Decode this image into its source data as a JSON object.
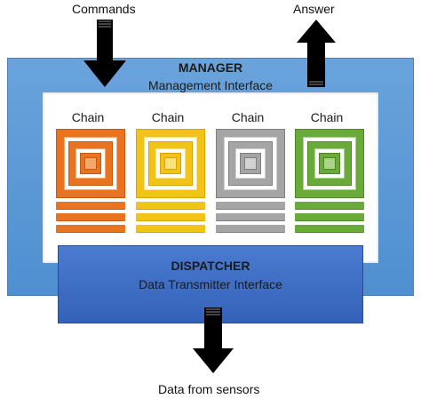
{
  "top_left_label": "Commands",
  "top_right_label": "Answer",
  "bottom_label": "Data from sensors",
  "manager": {
    "title": "MANAGER",
    "subtitle": "Management Interface"
  },
  "dispatcher": {
    "title": "DISPATCHER",
    "subtitle": "Data Transmitter Interface"
  },
  "chains": [
    {
      "label": "Chain",
      "color": "#e87422",
      "dark": "#c85a10",
      "light": "#f5a868"
    },
    {
      "label": "Chain",
      "color": "#f2c318",
      "dark": "#d9a400",
      "light": "#fbe27a"
    },
    {
      "label": "Chain",
      "color": "#a5a5a5",
      "dark": "#7f7f7f",
      "light": "#d2d2d2"
    },
    {
      "label": "Chain",
      "color": "#6aaa3a",
      "dark": "#4c8a22",
      "light": "#a8d388"
    }
  ],
  "arrows": {
    "commands": "down-arrow",
    "answer": "up-arrow",
    "data": "down-arrow"
  }
}
